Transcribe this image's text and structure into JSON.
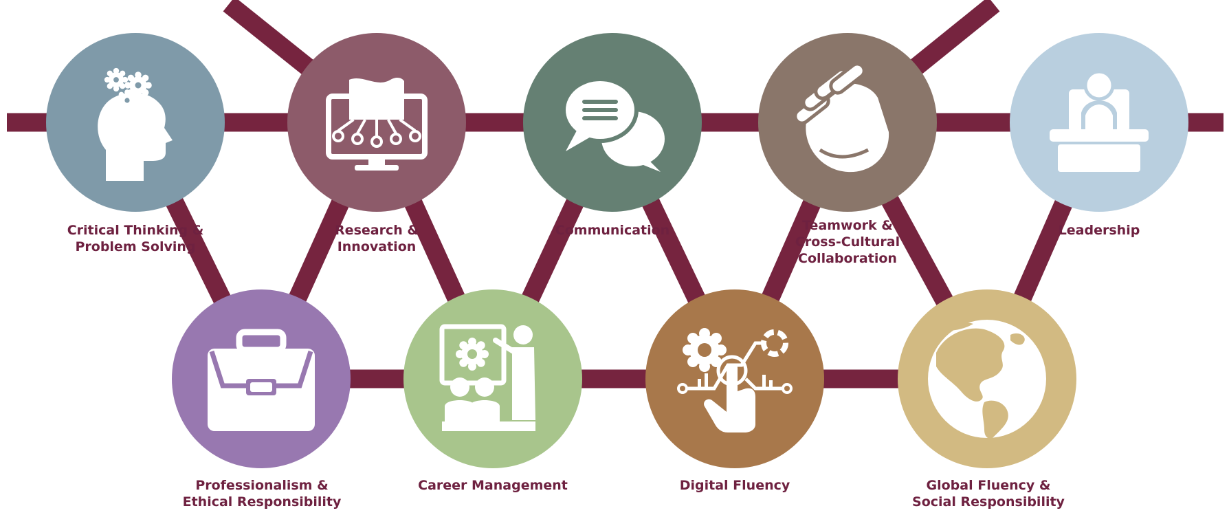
{
  "colors": {
    "connector": "#76243f",
    "label": "#6e2140",
    "icon": "#ffffff"
  },
  "competencies": [
    {
      "id": "critical-thinking",
      "lines": [
        "Critical Thinking &",
        "Problem Solving"
      ],
      "color": "#7f9aa9",
      "icon": "head-gears-icon"
    },
    {
      "id": "research",
      "lines": [
        "Research &",
        "Innovation"
      ],
      "color": "#8d5b6a",
      "icon": "monitor-circuit-icon"
    },
    {
      "id": "communication",
      "lines": [
        "Communication"
      ],
      "color": "#658073",
      "icon": "speech-bubbles-icon"
    },
    {
      "id": "teamwork",
      "lines": [
        "Teamwork &",
        "Cross-Cultural",
        "Collaboration"
      ],
      "color": "#8a766a",
      "icon": "handshake-icon"
    },
    {
      "id": "leadership",
      "lines": [
        "Leadership"
      ],
      "color": "#b9cfdf",
      "icon": "podium-speaker-icon"
    },
    {
      "id": "professionalism",
      "lines": [
        "Professionalism &",
        "Ethical Responsibility"
      ],
      "color": "#9878b0",
      "icon": "briefcase-icon"
    },
    {
      "id": "career",
      "lines": [
        "Career Management"
      ],
      "color": "#a8c58c",
      "icon": "presentation-icon"
    },
    {
      "id": "digital",
      "lines": [
        "Digital Fluency"
      ],
      "color": "#a8784b",
      "icon": "touch-tech-icon"
    },
    {
      "id": "global",
      "lines": [
        "Global Fluency &",
        "Social Responsibility"
      ],
      "color": "#d2ba82",
      "icon": "globe-icon"
    }
  ]
}
